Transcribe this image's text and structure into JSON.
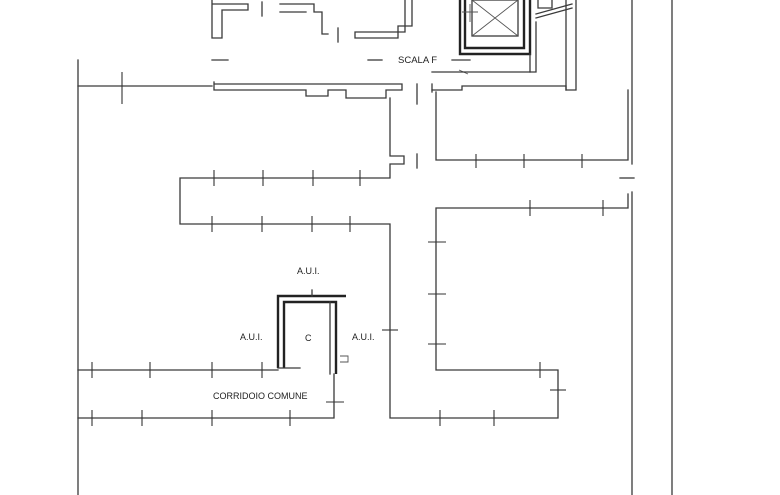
{
  "labels": {
    "stair": "SCALA F",
    "aui_top": "A.U.I.",
    "aui_left": "A.U.I.",
    "aui_right": "A.U.I.",
    "room_c": "C",
    "corridor": "CORRIDOIO COMUNE"
  }
}
